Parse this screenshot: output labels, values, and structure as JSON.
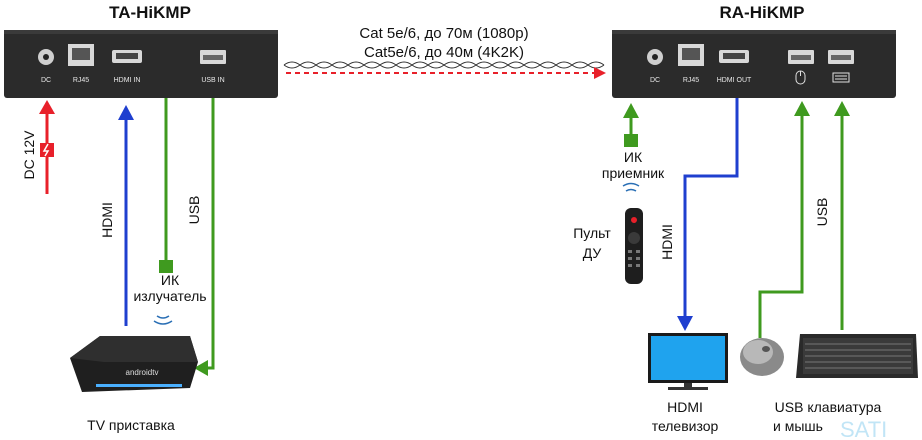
{
  "transmitter": {
    "title": "TA-HiKMP",
    "ports": {
      "dc": "DC",
      "rj45": "RJ45",
      "hdmi": "HDMI IN",
      "usb": "USB IN"
    }
  },
  "receiver": {
    "title": "RA-HiKMP",
    "ports": {
      "dc": "DC",
      "rj45": "RJ45",
      "hdmi": "HDMI OUT"
    }
  },
  "cable": {
    "line1": "Cat 5e/6, до 70м (1080p)",
    "line2": "Cat5e/6, до 40м (4K2K)"
  },
  "left_labels": {
    "dc": "DC 12V",
    "hdmi": "HDMI",
    "usb": "USB",
    "ir_line1": "ИК",
    "ir_line2": "излучатель",
    "device": "TV приставка",
    "box_brand": "androidtv"
  },
  "right_labels": {
    "ir_line1": "ИК",
    "ir_line2": "приемник",
    "remote_line1": "Пульт",
    "remote_line2": "ДУ",
    "hdmi": "HDMI",
    "usb": "USB",
    "tv_line1": "HDMI",
    "tv_line2": "телевизор",
    "peripherals_line1": "USB клавиатура",
    "peripherals_line2": "и мышь",
    "watermark": "SATI"
  },
  "colors": {
    "power": "#e8202a",
    "hdmi": "#1f3fcf",
    "usb": "#3f9a1f",
    "ir": "#3f9a1f",
    "link": "#e8202a",
    "device_body": "#2b2b2b",
    "tv_screen": "#1fa3ee"
  }
}
